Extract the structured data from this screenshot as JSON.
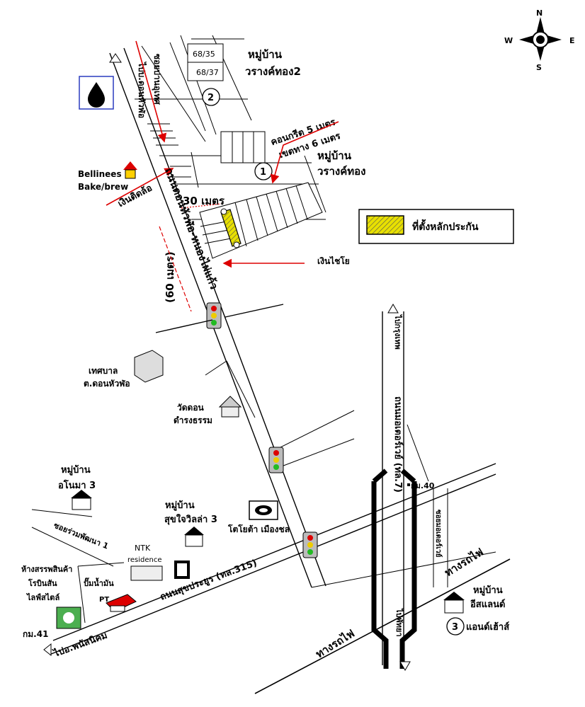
{
  "compass": {
    "n": "N",
    "s": "S",
    "e": "E",
    "w": "W"
  },
  "legend": {
    "label": "ที่ตั้งหลักประกัน",
    "swatch_color": "#e8e000"
  },
  "labels": {
    "village_wrangtong2_a": "หมู่บ้าน",
    "village_wrangtong2_b": "วรางค์ทอง2",
    "village_wrangtong_a": "หมู่บ้าน",
    "village_wrangtong_b": "วรางค์ทอง",
    "house_68_35": "68/35",
    "house_68_37": "68/37",
    "marker_1": "1",
    "marker_2": "2",
    "marker_3": "3",
    "concrete_5m": "คอนกรีต 5 เมตร",
    "reserve_6m": "เขตทาง 6 เมตร",
    "distance_30m": "30 เมตร",
    "ngern_chaiyo": "เงินไชโย",
    "ngern_tid_lor": "เงินติดล้อ",
    "bellinees_a": "Bellinees",
    "bellinees_b": "Bake/brew",
    "road_donhuaphor": "ถนนดอนหัวฬ่อ-หนองไผ่แก้ว",
    "road_to_bangsaen": "ไปบ.ดอนหัวฬ่อ",
    "road_60m": "(60 เมตร)",
    "road_hmu_to_ban": "ซอยปานอุเทศ",
    "municipal_a": "เทศบาล",
    "municipal_b": "ต.ดอนหัวฬ่อ",
    "temple_a": "วัดดอน",
    "temple_b": "ดำรงธรรม",
    "village_onoma_a": "หมู่บ้าน",
    "village_onoma_b": "อโนมา 3",
    "village_sukjai_a": "หมู่บ้าน",
    "village_sukjai_b": "สุขใจวิลล่า 3",
    "toyota": "โตโยต้า เมืองชล",
    "ntk_a": "NTK",
    "ntk_b": "residence",
    "soi_ruamphatthana": "ซอยร่วมพัฒนา 1",
    "mall_a": "ห้างสรรพสินค้า",
    "mall_b": "โรบินสัน",
    "mall_c": "ไลฟ์สไตล์",
    "gas_station_a": "ปั๊มน้ำมัน",
    "gas_station_b": "PT",
    "road_sukprayoon": "ถนนสุขประยูร (ทล.315)",
    "km41": "กม.41",
    "to_phanat": "ไปอ.พนัสนิคม",
    "km40": "กม.40",
    "motorway_name": "ถนนมอเตอร์เวย์ (ทล.7)",
    "motorway_top": "ไปกรุงเทพ",
    "motorway_bottom": "ไปพัทยา",
    "soi_side": "ซอยมอเตอร์เวย์",
    "railway_1": "ทางรถไฟ",
    "railway_2": "ทางรถไฟ",
    "village_island_a": "หมู่บ้าน",
    "village_island_b": "อีสแลนด์",
    "village_island_c": "แอนด์เฮ้าส์"
  }
}
